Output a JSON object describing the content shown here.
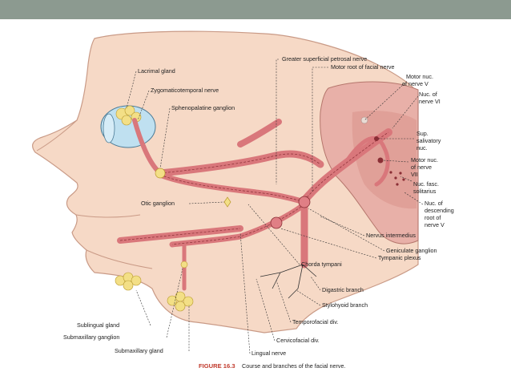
{
  "labels": {
    "greater_superficial_petrosal_nerve": "Greater superficial petrosal nerve",
    "motor_root_facial_nerve": "Motor root of facial nerve",
    "motor_nuc_nerve_v": [
      "Motor nuc.",
      "of nerve V"
    ],
    "nuc_nerve_vi": [
      "Nuc. of",
      "nerve VI"
    ],
    "sup_salivatory_nuc": [
      "Sup.",
      "salivatory",
      "nuc."
    ],
    "motor_nuc_nerve_vii": [
      "Motor nuc.",
      "of nerve",
      "VII"
    ],
    "nuc_fasc_solitarius": [
      "Nuc. fasc.",
      "solitarius"
    ],
    "nuc_descending_root_nerve_v": [
      "Nuc. of",
      "descending",
      "root of",
      "nerve V"
    ],
    "nervus_intermedius": "Nervus intermedius",
    "geniculate_ganglion": "Geniculate ganglion",
    "tympanic_plexus": "Tympanic plexus",
    "chorda_tympani": "Chorda tympani",
    "digastric_branch": "Digastric branch",
    "stylohyoid_branch": "Stylohyoid branch",
    "temporofacial_div": "Temporofacial div.",
    "cervicofacial_div": "Cervicofacial div.",
    "lingual_nerve": "Lingual nerve",
    "submaxillary_gland": "Submaxillary gland",
    "submaxillary_ganglion": "Submaxillary ganglion",
    "sublingual_gland": "Sublingual gland",
    "otic_ganglion": "Otic ganglion",
    "sphenopalatine_ganglion": "Sphenopalatine ganglion",
    "zygomaticotemporal_nerve": "Zygomaticotemporal nerve",
    "lacrimal_gland": "Lacrimal gland"
  },
  "caption": {
    "number": "FIGURE 16.3",
    "text": "Course and branches of the facial nerve."
  },
  "colors": {
    "skin": "#f6d9c6",
    "skin_outline": "#c99a86",
    "nerve": "#d9777b",
    "nerve_dark": "#8a2e35",
    "gland": "#f3df86",
    "eye": "#bfe0f0",
    "brainstem": "#e8b0a8",
    "top_bar": "#8c9a90"
  }
}
